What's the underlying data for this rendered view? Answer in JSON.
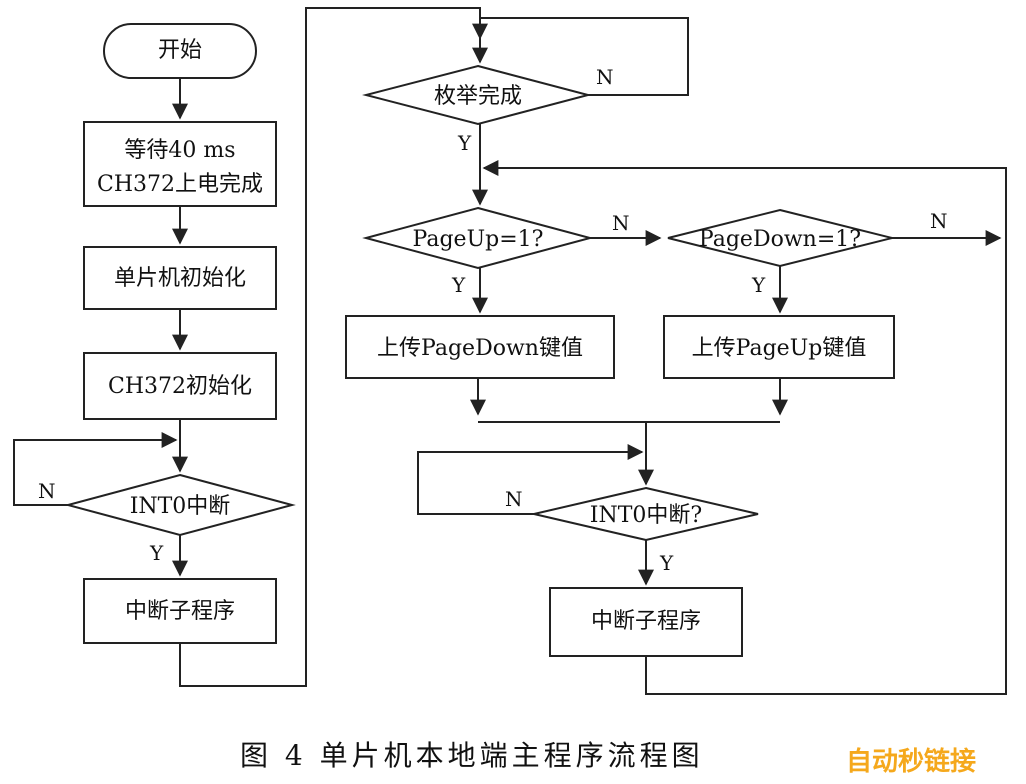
{
  "flowchart": {
    "start": "开始",
    "wait_line1": "等待40 ms",
    "wait_line2": "CH372上电完成",
    "mcu_init": "单片机初始化",
    "ch372_init": "CH372初始化",
    "int0_check_left": "INT0中断",
    "isr_left": "中断子程序",
    "enum_done": "枚举完成",
    "pageup_check": "PageUp=1?",
    "pagedown_check": "PageDown=1?",
    "upload_pagedown": "上传PageDown键值",
    "upload_pageup": "上传PageUp键值",
    "int0_check_right": "INT0中断?",
    "isr_right": "中断子程序",
    "yes": "Y",
    "no": "N"
  },
  "caption": "图 4   单片机本地端主程序流程图",
  "watermark": "自动秒链接",
  "colors": {
    "line": "#222222",
    "text": "#111111",
    "watermark": "#f5a81c",
    "background": "#ffffff"
  }
}
